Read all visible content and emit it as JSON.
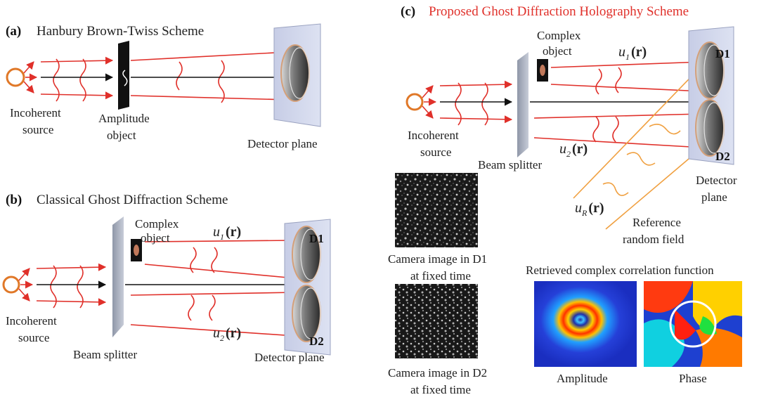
{
  "panels": {
    "a": {
      "tag": "(a)",
      "title": "Hanbury Brown-Twiss Scheme",
      "source_line1": "Incoherent",
      "source_line2": "source",
      "object_line1": "Amplitude",
      "object_line2": "object",
      "detector": "Detector plane"
    },
    "b": {
      "tag": "(b)",
      "title": "Classical Ghost Diffraction Scheme",
      "source_line1": "Incoherent",
      "source_line2": "source",
      "object_line1": "Complex",
      "object_line2": "object",
      "splitter": "Beam splitter",
      "u1": "u",
      "u1_sub": "1",
      "u2": "u",
      "u2_sub": "2",
      "r_arg": "(r)",
      "d1": "D1",
      "d2": "D2",
      "detector": "Detector plane"
    },
    "c": {
      "tag": "(c)",
      "title": "Proposed Ghost Diffraction Holography Scheme",
      "source_line1": "Incoherent",
      "source_line2": "source",
      "object_line1": "Complex",
      "object_line2": "object",
      "splitter": "Beam splitter",
      "u1": "u",
      "u1_sub": "1",
      "u2": "u",
      "u2_sub": "2",
      "uR": "u",
      "uR_sub": "R",
      "r_arg": "(r)",
      "d1": "D1",
      "d2": "D2",
      "detector_line1": "Detector",
      "detector_line2": "plane",
      "reference_line1": "Reference",
      "reference_line2": "random field",
      "camera_d1_line1": "Camera image in D1",
      "camera_d1_line2": "at fixed time",
      "camera_d2_line1": "Camera image in D2",
      "camera_d2_line2": "at fixed time",
      "retrieved_title": "Retrieved complex correlation function",
      "amplitude": "Amplitude",
      "phase": "Phase"
    }
  },
  "colors": {
    "beam": "#e0302a",
    "axis": "#111111",
    "reference": "#f0a040",
    "title_c": "#e0302a",
    "panel": "#c9d0e8"
  }
}
